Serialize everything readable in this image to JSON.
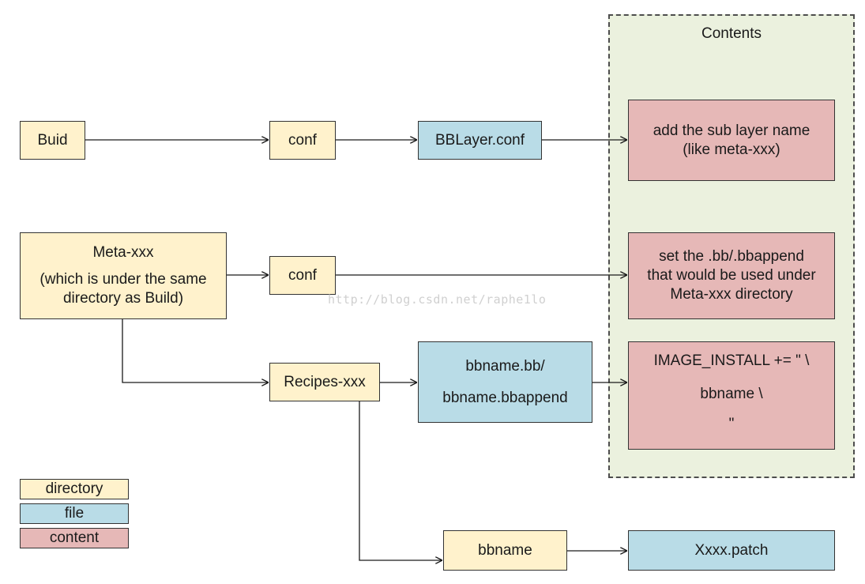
{
  "colors": {
    "directory": "#fff2cc",
    "file": "#b9dce7",
    "content": "#e6b8b7",
    "panel": "#ebf1de"
  },
  "contents_panel": {
    "title": "Contents"
  },
  "nodes": {
    "buid": "Buid",
    "conf_top": "conf",
    "bblayer_conf": "BBLayer.conf",
    "meta_xxx": {
      "line1": "Meta-xxx",
      "line2": "(which is under the same",
      "line3": "directory as Build)"
    },
    "conf_meta": "conf",
    "recipes_xxx": "Recipes-xxx",
    "bbname_files": {
      "line1": "bbname.bb/",
      "line2": "bbname.bbappend"
    },
    "bbname_dir": "bbname",
    "xxxx_patch": "Xxxx.patch"
  },
  "contents": {
    "add_layer": {
      "line1": "add the sub layer name",
      "line2": "(like meta-xxx)"
    },
    "set_bb": {
      "line1": "set the .bb/.bbappend",
      "line2": "that would be used under",
      "line3": "Meta-xxx directory"
    },
    "image_install": {
      "line1": "IMAGE_INSTALL += \" \\",
      "line2": "bbname \\",
      "line3": "\""
    }
  },
  "watermark": "http://blog.csdn.net/raphe1lo",
  "legend": {
    "directory": "directory",
    "file": "file",
    "content": "content"
  }
}
